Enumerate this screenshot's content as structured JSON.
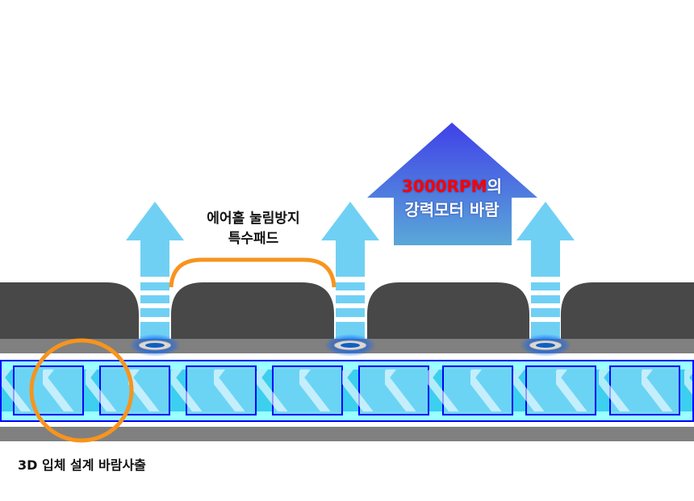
{
  "labels": {
    "pad_line1": "에어홀 눌림방지",
    "pad_line2": "특수패드",
    "motor_rpm": "3000RPM",
    "motor_suffix": "의",
    "motor_line2": "강력모터 바람",
    "bottom": "3D 입체 설계 바람사출"
  },
  "colors": {
    "pad": "#484848",
    "base_strip": "#808080",
    "air_arrow": "#70d0f4",
    "motor_arrow_top": "#4040e8",
    "motor_arrow_bottom": "#5aa8d8",
    "channel_border": "#0000ff",
    "channel_fill": "#99ffff",
    "highlight": "#f7941d",
    "rpm_text": "#ff0000"
  }
}
